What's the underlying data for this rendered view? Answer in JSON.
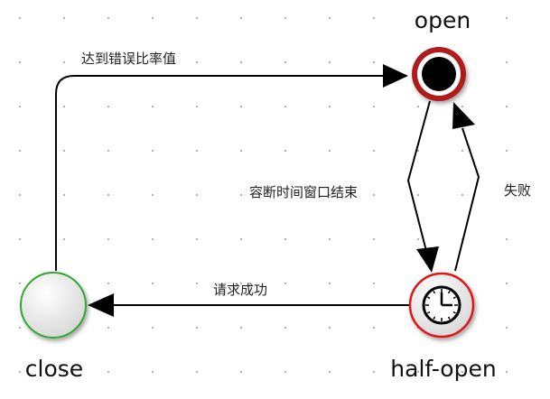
{
  "states": {
    "open": {
      "label": "open",
      "ring_color": "#b01e1e",
      "fill_color": "#000000"
    },
    "half_open": {
      "label": "half-open",
      "ring_color": "#e01818",
      "icon": "clock-icon"
    },
    "close": {
      "label": "close",
      "ring_color": "#2eaa2e"
    }
  },
  "transitions": {
    "close_to_open": {
      "label": "达到错误比率值"
    },
    "open_to_half_open": {
      "label": "容断时间窗口结束"
    },
    "half_open_to_open": {
      "label": "失败"
    },
    "half_open_to_close": {
      "label": "请求成功"
    }
  },
  "colors": {
    "edge": "#000000"
  }
}
